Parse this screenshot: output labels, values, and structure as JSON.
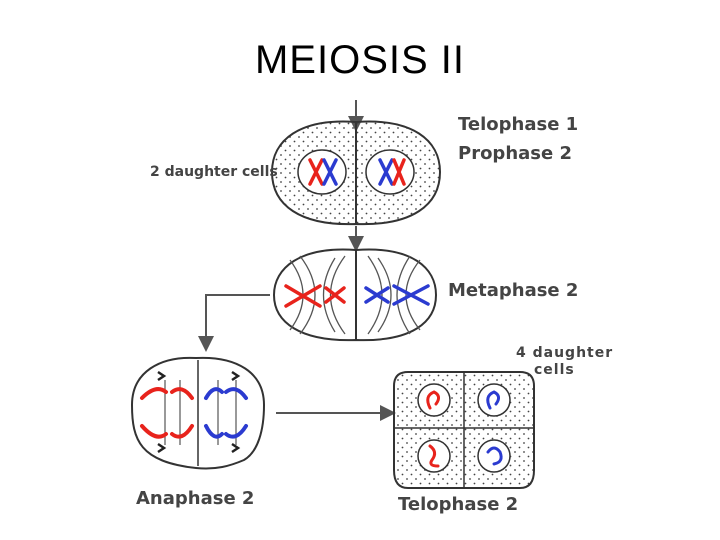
{
  "title": "MEIOSIS II",
  "labels": {
    "telophase1": "Telophase 1",
    "prophase2": "Prophase 2",
    "two_daughter": "2 daughter cells",
    "metaphase2": "Metaphase 2",
    "four_daughter_line1": "4 daughter",
    "four_daughter_line2": "cells",
    "anaphase2": "Anaphase 2",
    "telophase2": "Telophase 2"
  },
  "colors": {
    "red": "#e8231c",
    "blue": "#2b3bd0",
    "outline": "#333333"
  }
}
